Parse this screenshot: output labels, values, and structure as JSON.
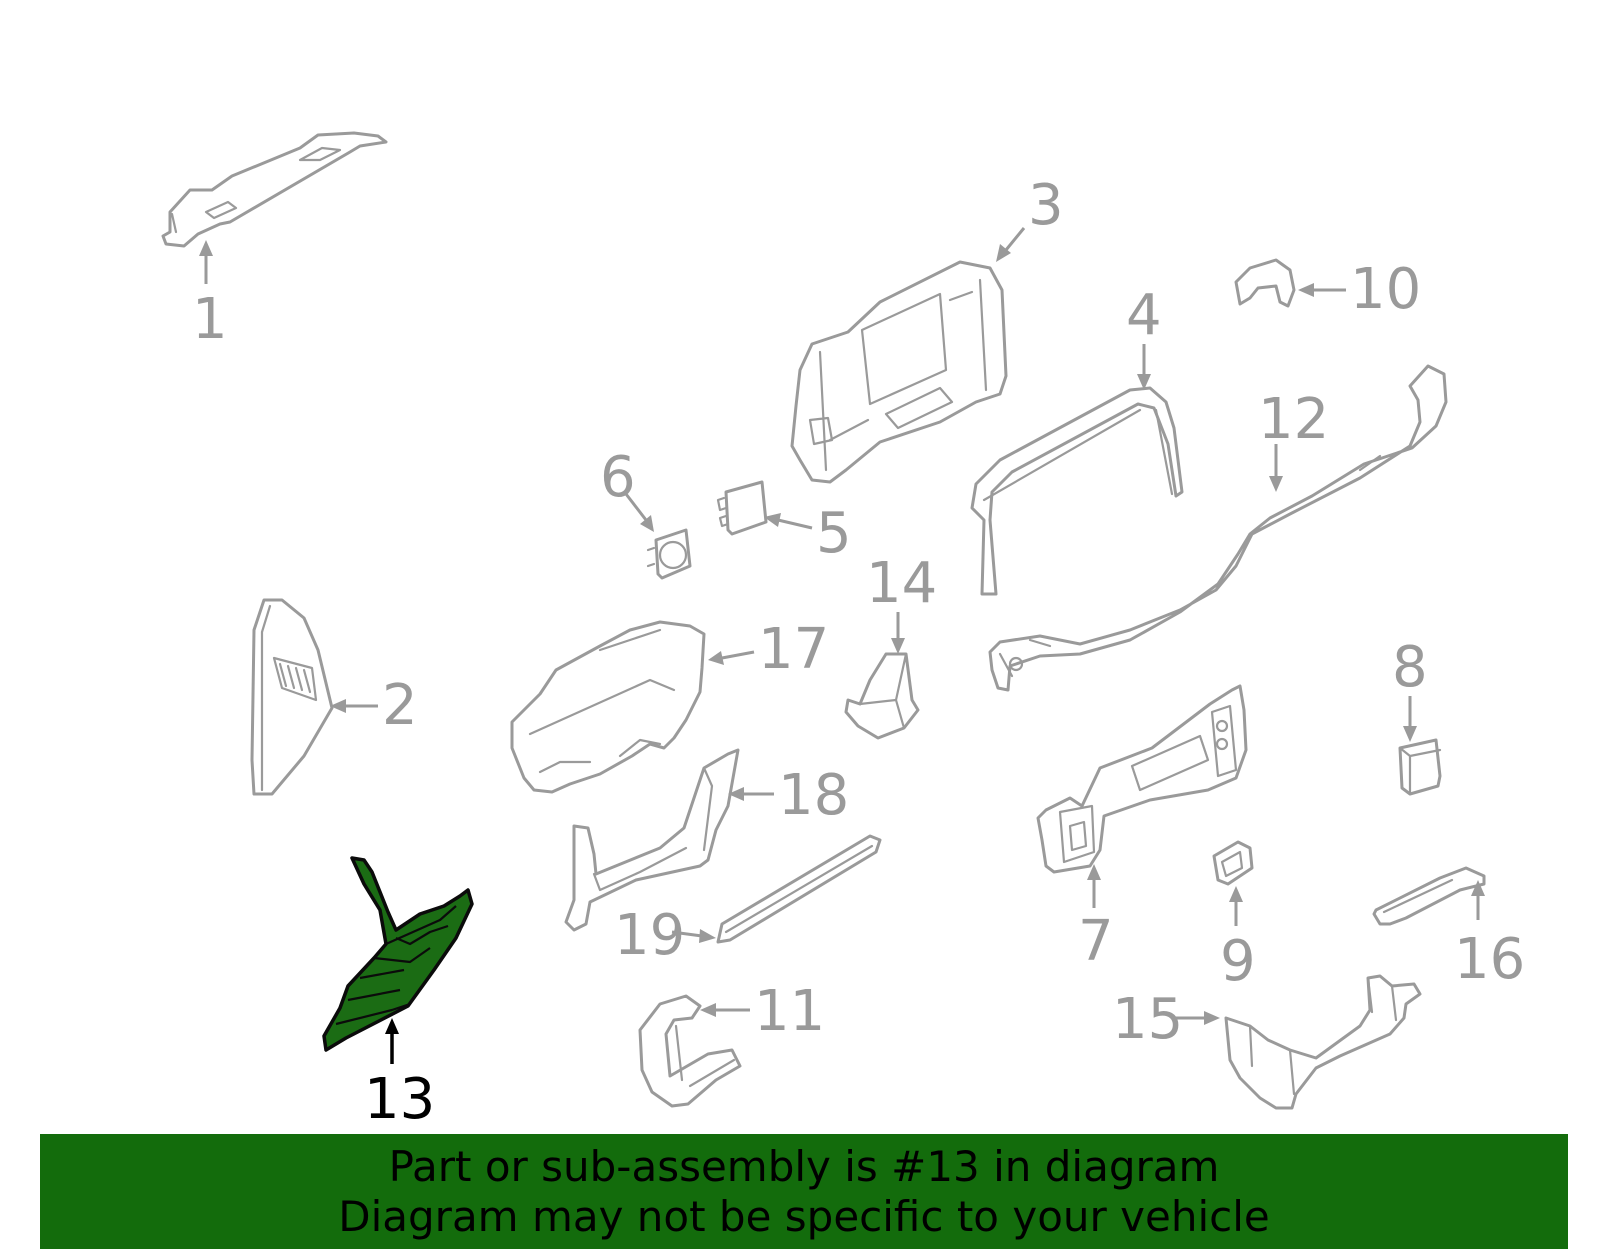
{
  "diagram": {
    "callouts": [
      "1",
      "2",
      "3",
      "4",
      "5",
      "6",
      "7",
      "8",
      "9",
      "10",
      "11",
      "12",
      "13",
      "14",
      "15",
      "16",
      "17",
      "18",
      "19"
    ],
    "highlighted_callout": "13",
    "colors": {
      "part_stroke": "#9a9a9a",
      "highlight_fill": "#1b6c14",
      "highlight_stroke": "#000000",
      "banner_background": "#136c0c"
    }
  },
  "banner": {
    "line1": "Part or sub-assembly is #13 in diagram",
    "line2": "Diagram may not be specific to your vehicle"
  }
}
